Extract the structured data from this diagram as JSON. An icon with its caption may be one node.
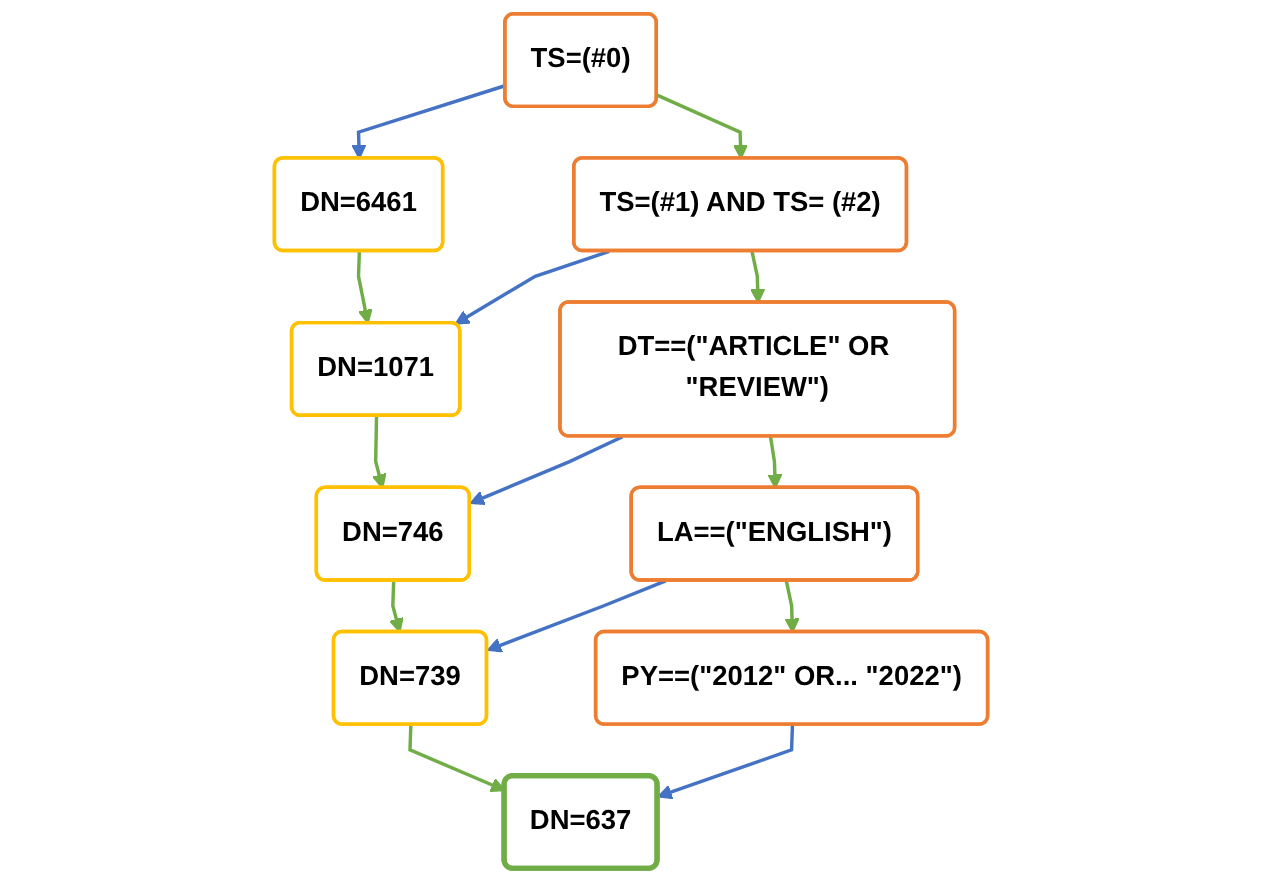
{
  "diagram": {
    "nodes": [
      {
        "text": [
          "TS=(#0)"
        ]
      },
      {
        "text": [
          "DN=6461"
        ]
      },
      {
        "text": [
          "TS=(#1) AND TS= (#2)"
        ]
      },
      {
        "text": [
          "DN=1071"
        ]
      },
      {
        "text": [
          "DT==(\"ARTICLE\" OR \"REVIEW\")"
        ]
      },
      {
        "text": [
          "DN=746"
        ]
      },
      {
        "text": [
          "LA==(\"ENGLISH\")"
        ]
      },
      {
        "text": [
          "DN=739"
        ]
      },
      {
        "text": [
          "PY==(\"2012\" OR... \"2022\")"
        ]
      },
      {
        "text": [
          "DN=637"
        ]
      }
    ],
    "edges": [
      {
        "from": 0,
        "to": 1,
        "arrow": "to",
        "color": "#4472c4"
      },
      {
        "from": 0,
        "to": 2,
        "arrow": "to"
      },
      {
        "from": 1,
        "to": 3,
        "arrow": "to"
      },
      {
        "from": 2,
        "to": 3,
        "arrow": "to",
        "color": "#4472c4"
      },
      {
        "from": 2,
        "to": 4,
        "arrow": "to"
      },
      {
        "from": 3,
        "to": 5,
        "arrow": "to"
      },
      {
        "from": 4,
        "to": 5,
        "arrow": "to",
        "color": "#4472c4"
      },
      {
        "from": 4,
        "to": 6,
        "arrow": "to"
      },
      {
        "from": 5,
        "to": 7,
        "arrow": "to"
      },
      {
        "from": 6,
        "to": 7,
        "arrow": "to",
        "color": "#4472c4"
      },
      {
        "from": 6,
        "to": 8,
        "arrow": "to"
      },
      {
        "from": 7,
        "to": 9,
        "arrow": "to"
      },
      {
        "from": 8,
        "to": 9,
        "arrow": "to",
        "color": "#4472c4"
      }
    ]
  }
}
